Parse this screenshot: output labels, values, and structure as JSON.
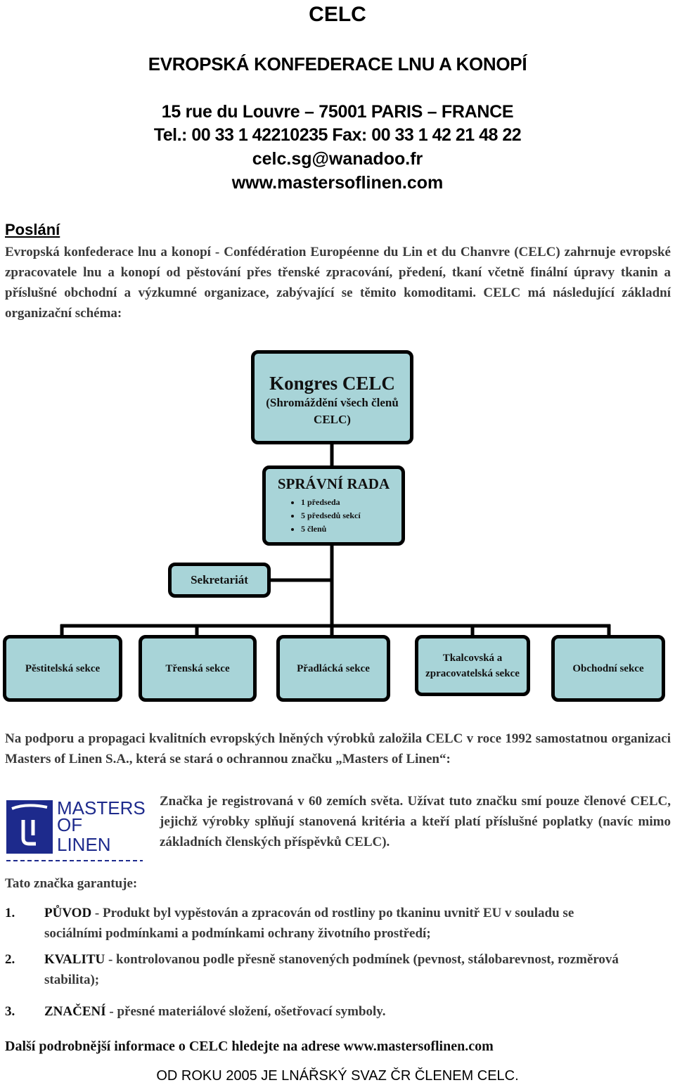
{
  "header": {
    "org": "CELC",
    "full_name": "EVROPSKÁ KONFEDERACE LNU A KONOPÍ",
    "address": "15 rue du Louvre – 75001 PARIS – FRANCE",
    "tel_fax": "Tel.: 00 33 1 42210235 Fax: 00 33 1 42 21 48 22",
    "email": "celc.sg@wanadoo.fr",
    "web": "www.mastersoflinen.com"
  },
  "mission": {
    "title": "Poslání",
    "text": "Evropská konfederace lnu a konopí - Confédération Européenne du Lin et du Chanvre (CELC) zahrnuje evropské zpracovatele lnu a konopí od pěstování přes třenské zpracování, předení, tkaní včetně finální úpravy tkanin a příslušné obchodní a výzkumné organizace, zabývající se těmito komoditami. CELC má následující základní organizační schéma:"
  },
  "org_chart": {
    "congress_title": "Kongres CELC",
    "congress_sub": "(Shromáždění všech členů CELC)",
    "board_title": "SPRÁVNÍ RADA",
    "board_items": [
      "1 předseda",
      "5 předsedů sekcí",
      "5 členů"
    ],
    "secretariat": "Sekretariát",
    "sections": [
      "Pěstitelská sekce",
      "Třenská sekce",
      "Přadlácká sekce",
      "Tkalcovská a zpracovatelská sekce",
      "Obchodní sekce"
    ]
  },
  "support": {
    "text": "Na podporu a propagaci kvalitních evropských lněných výrobků založila CELC v roce 1992 samostatnou organizaci Masters of Linen S.A., která se stará o ochrannou značku „Masters of Linen“:",
    "logo_text": "Značka je registrovaná v 60 zemích světa. Užívat tuto značku smí pouze členové CELC, jejichž výrobky splňují stanovená kritéria a kteří platí příslušné poplatky (navíc mimo základních členských příspěvků CELC).",
    "logo_lines": [
      "MASTERS",
      "OF",
      "LINEN"
    ]
  },
  "guarantee": {
    "title": "Tato značka garantuje:",
    "items": [
      {
        "num": "1.",
        "keyword": "PŮVOD",
        "text": " - Produkt byl vypěstován a zpracován od rostliny po tkaninu uvnitř EU v souladu se sociálními podmínkami a podmínkami ochrany životního prostředí;"
      },
      {
        "num": "2.",
        "keyword": "KVALITU",
        "text": " - kontrolovanou podle přesně stanovených podmínek (pevnost, stálobarevnost, rozměrová stabilita);"
      },
      {
        "num": "3.",
        "keyword": "ZNAČENÍ",
        "text": " - přesné materiálové složení, ošetřovací symboly."
      }
    ]
  },
  "more_info": "Další podrobnější informace o CELC hledejte na adrese www.mastersoflinen.com",
  "footer": "OD ROKU 2005 JE LNÁŘSKÝ SVAZ ČR ČLENEM CELC.",
  "colors": {
    "box_fill": "#a8d4d8",
    "logo_blue": "#1d2a8c"
  }
}
